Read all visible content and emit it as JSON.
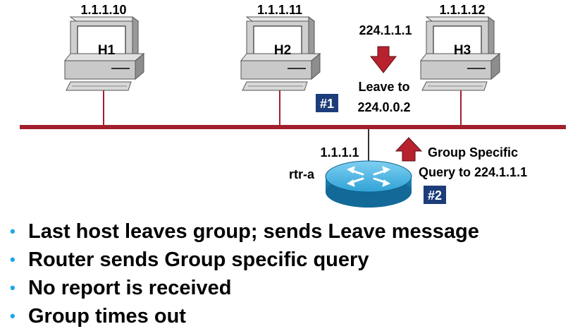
{
  "hosts": [
    {
      "name": "H1",
      "ip": "1.1.1.10"
    },
    {
      "name": "H2",
      "ip": "1.1.1.11"
    },
    {
      "name": "H3",
      "ip": "1.1.1.12"
    }
  ],
  "router": {
    "name": "rtr-a",
    "ip": "1.1.1.1"
  },
  "leave_message": {
    "group": "224.1.1.1",
    "line1": "Leave to",
    "line2": "224.0.0.2",
    "step": "#1"
  },
  "query_message": {
    "line1": "Group Specific",
    "line2": "Query to 224.1.1.1",
    "step": "#2"
  },
  "bullets": [
    "Last host leaves group; sends Leave message",
    "Router sends Group specific query",
    "No report is received",
    "Group times out"
  ],
  "colors": {
    "bus": "#a31f2e",
    "arrow": "#b8222e",
    "router": "#1e8fc4",
    "bullet": "#1fa6e6",
    "badge": "#1c3d7a"
  }
}
